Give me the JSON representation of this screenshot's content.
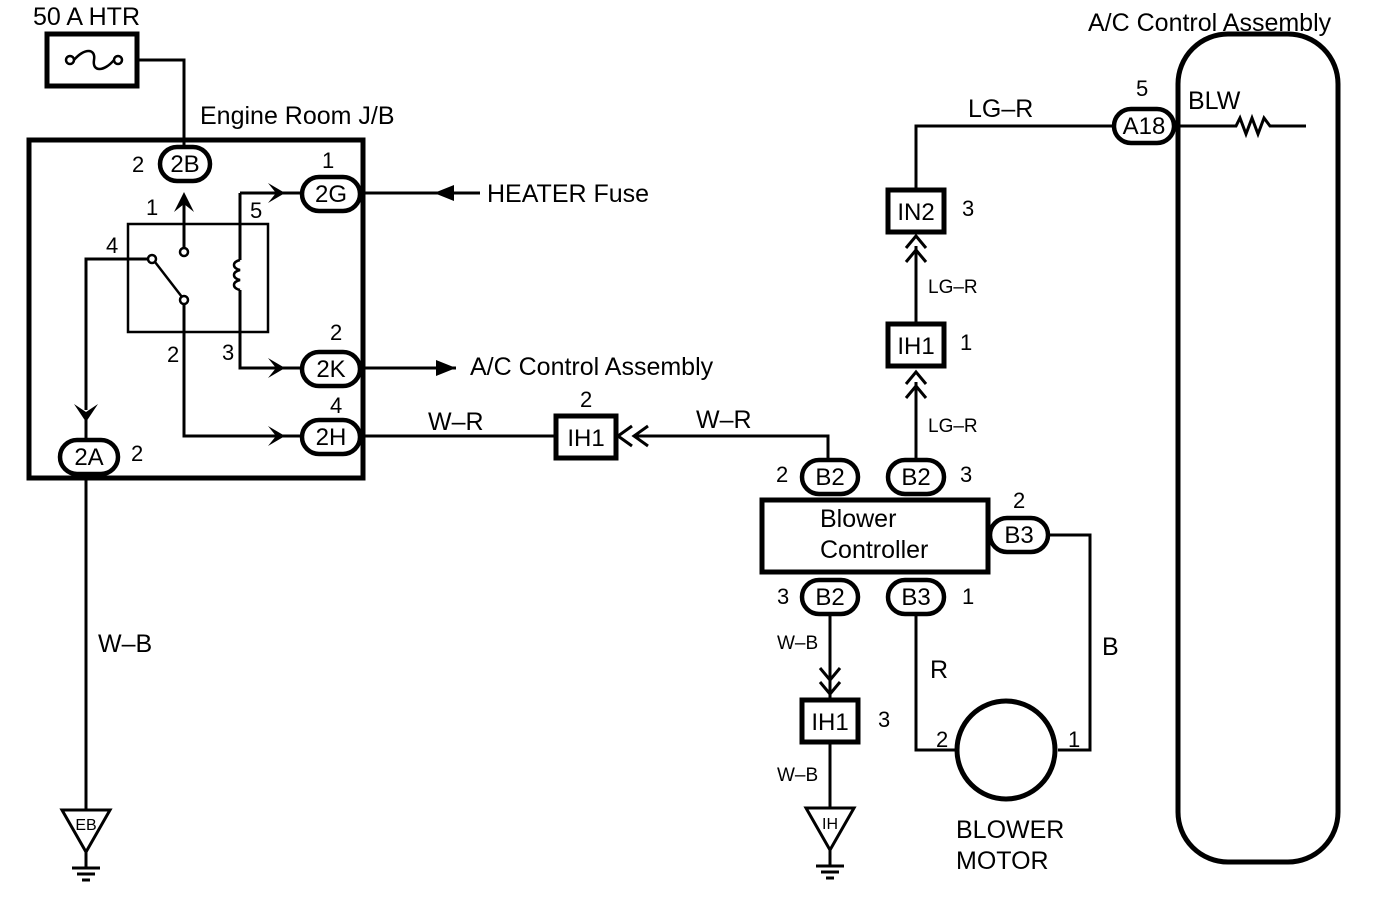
{
  "components": {
    "fuse_50a": {
      "label": "50 A HTR"
    },
    "engine_room_jb": {
      "label": "Engine Room J/B"
    },
    "heater_fuse": {
      "label": "HEATER Fuse"
    },
    "ac_control_ref": {
      "label": "A/C Control Assembly"
    },
    "ac_control_assembly": {
      "label": "A/C Control Assembly",
      "blw_label": "BLW"
    },
    "blower_controller": {
      "line1": "Blower",
      "line2": "Controller"
    },
    "blower_motor": {
      "line1": "BLOWER",
      "line2": "MOTOR"
    }
  },
  "connectors": {
    "c2B": {
      "label": "2B",
      "pin": "2"
    },
    "c2G": {
      "label": "2G",
      "pin": "1"
    },
    "c2K": {
      "label": "2K",
      "pin": "2"
    },
    "c2H": {
      "label": "2H",
      "pin": "4"
    },
    "c2A": {
      "label": "2A",
      "pin": "2"
    },
    "cA18": {
      "label": "A18",
      "pin": "5"
    },
    "cIN2": {
      "label": "IN2",
      "pin": "3"
    },
    "cIH1_top": {
      "label": "IH1",
      "pin": "1"
    },
    "cIH1_mid": {
      "label": "IH1",
      "pin": "2"
    },
    "cIH1_bot": {
      "label": "IH1",
      "pin": "3"
    },
    "cB2_left": {
      "label": "B2",
      "pin": "2"
    },
    "cB2_right": {
      "label": "B2",
      "pin": "3"
    },
    "cB3_side": {
      "label": "B3",
      "pin": "2"
    },
    "cB2_bottom": {
      "label": "B2",
      "pin": "3"
    },
    "cB3_bottom": {
      "label": "B3",
      "pin": "1"
    }
  },
  "relay_pins": {
    "p1": "1",
    "p5": "5",
    "p4": "4",
    "p2": "2",
    "p3": "3"
  },
  "motor_pins": {
    "p2": "2",
    "p1": "1"
  },
  "wires": {
    "w_wr_left": "W–R",
    "w_wr_right": "W–R",
    "w_wb_left": "W–B",
    "w_lgr_top": "LG–R",
    "w_lgr_mid": "LG–R",
    "w_lgr_low": "LG–R",
    "w_wb_mid": "W–B",
    "w_wb_low": "W–B",
    "w_r": "R",
    "w_b": "B"
  },
  "grounds": {
    "left": "EB",
    "right": "IH"
  }
}
